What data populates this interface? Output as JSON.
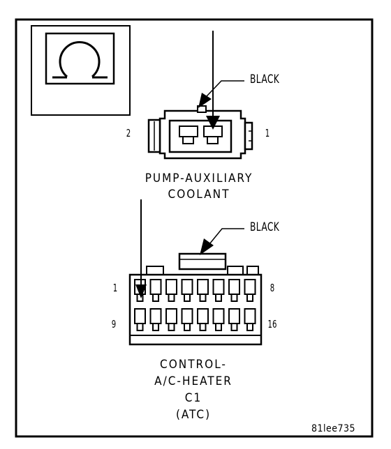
{
  "colors": {
    "ink": "#000000",
    "paper": "#ffffff"
  },
  "icon": "connector-outline-symbol-icon",
  "pump_connector": {
    "callout": "BLACK",
    "pin_left": "2",
    "pin_right": "1",
    "title_line1": "PUMP-AUXILIARY",
    "title_line2": "COOLANT"
  },
  "control_connector": {
    "callout": "BLACK",
    "pin_top_left": "1",
    "pin_top_right": "8",
    "pin_bottom_left": "9",
    "pin_bottom_right": "16",
    "title_line1": "CONTROL-",
    "title_line2": "A/C-HEATER",
    "title_line3": "C1",
    "title_line4": "(ATC)"
  },
  "figure_code": "81lee735"
}
